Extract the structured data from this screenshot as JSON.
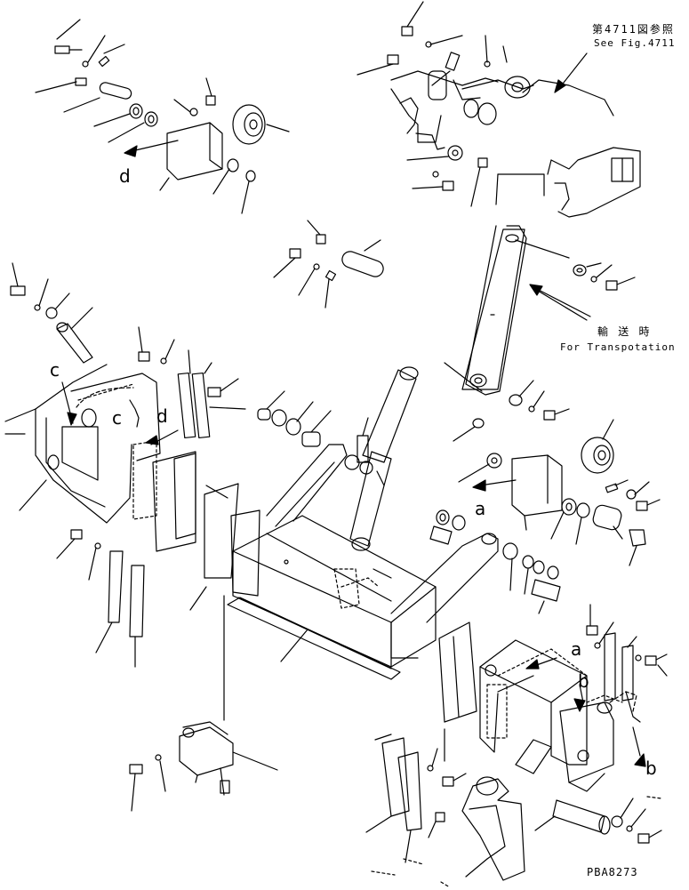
{
  "notes": {
    "ref_ja": "第4711図参照",
    "ref_en": "See Fig.4711",
    "transport_ja": "輸 送 時",
    "transport_en": "For Transpotation",
    "drawing_id": "PBA8273"
  },
  "callouts": {
    "d_top": "d",
    "c_left": "c",
    "c_mid": "c",
    "d_mid": "d",
    "a_mid": "a",
    "a_lower": "a",
    "b_upper": "b",
    "b_lower": "b"
  }
}
